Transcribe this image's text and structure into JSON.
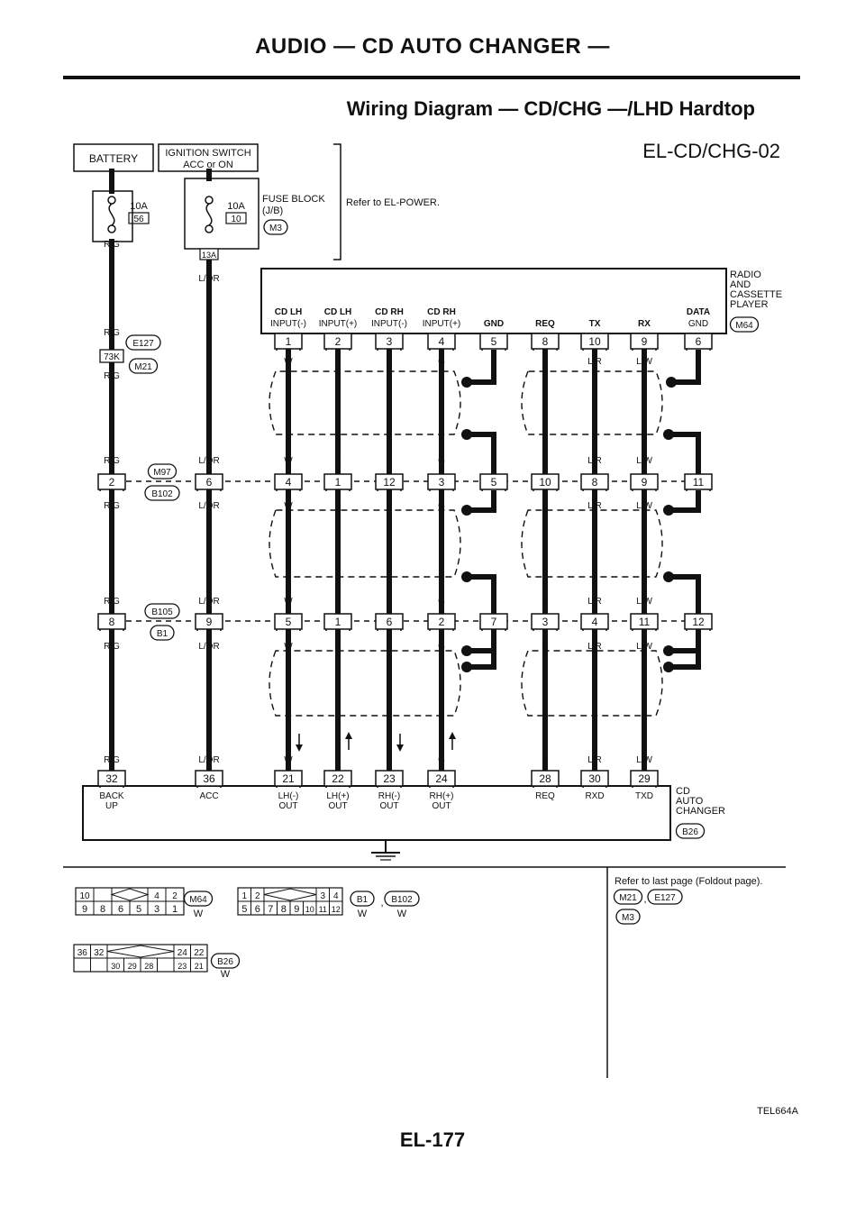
{
  "header": {
    "title": "AUDIO — CD AUTO CHANGER —"
  },
  "subtitle": "Wiring Diagram — CD/CHG —/LHD Hardtop",
  "diagram_code": "EL-CD/CHG-02",
  "figure_code": "TEL664A",
  "page_number": "EL-177",
  "battery_label": "BATTERY",
  "ignition_label": [
    "IGNITION SWITCH",
    "ACC or ON"
  ],
  "fuses": [
    {
      "amp": "10A",
      "num": "56"
    },
    {
      "amp": "10A",
      "num": "10"
    }
  ],
  "fuse_block_label": [
    "FUSE BLOCK",
    "(J/B)"
  ],
  "fuse_block_conn": "M3",
  "fuse_block_term": "13A",
  "refer_power": "Refer to EL-POWER.",
  "radio_label": [
    "RADIO",
    "AND",
    "CASSETTE",
    "PLAYER"
  ],
  "radio_conn": "M64",
  "radio_terms": [
    {
      "l1": "CD LH",
      "l2": "INPUT(-)",
      "num": "1"
    },
    {
      "l1": "CD LH",
      "l2": "INPUT(+)",
      "num": "2"
    },
    {
      "l1": "CD RH",
      "l2": "INPUT(-)",
      "num": "3"
    },
    {
      "l1": "CD RH",
      "l2": "INPUT(+)",
      "num": "4"
    },
    {
      "l1": "",
      "l2": "GND",
      "num": "5"
    },
    {
      "l1": "",
      "l2": "REQ",
      "num": "8"
    },
    {
      "l1": "",
      "l2": "TX",
      "num": "10"
    },
    {
      "l1": "",
      "l2": "RX",
      "num": "9"
    },
    {
      "l1": "DATA",
      "l2": "GND",
      "num": "6"
    }
  ],
  "left_wires": {
    "batt_color": "R/G",
    "ign_color": "L/OR",
    "j1_conn": "73K",
    "j1_labels": [
      "E127",
      "M21"
    ]
  },
  "row_colors_top": [
    "W",
    "B",
    "R",
    "G",
    "L",
    "L/R",
    "L/W"
  ],
  "joints": [
    {
      "upper": "M97",
      "lower": "B102",
      "batt": "2",
      "ign": "6",
      "nums": [
        "4",
        "1",
        "12",
        "3",
        "5",
        "10",
        "8",
        "9",
        "11"
      ]
    },
    {
      "upper": "B105",
      "lower": "B1",
      "batt": "8",
      "ign": "9",
      "nums": [
        "5",
        "1",
        "6",
        "2",
        "7",
        "3",
        "4",
        "11",
        "12"
      ]
    }
  ],
  "changer_label": [
    "CD",
    "AUTO",
    "CHANGER"
  ],
  "changer_conn": "B26",
  "changer_terms": [
    {
      "num": "32",
      "l1": "BACK",
      "l2": "UP"
    },
    {
      "num": "36",
      "l1": "ACC",
      "l2": ""
    },
    {
      "num": "21",
      "l1": "LH(-)",
      "l2": "OUT"
    },
    {
      "num": "22",
      "l1": "LH(+)",
      "l2": "OUT"
    },
    {
      "num": "23",
      "l1": "RH(-)",
      "l2": "OUT"
    },
    {
      "num": "24",
      "l1": "RH(+)",
      "l2": "OUT"
    },
    {
      "num": "28",
      "l1": "REQ",
      "l2": ""
    },
    {
      "num": "30",
      "l1": "RXD",
      "l2": ""
    },
    {
      "num": "29",
      "l1": "TXD",
      "l2": ""
    }
  ],
  "connectors": [
    {
      "top": [
        "10",
        "",
        "",
        "4",
        "2"
      ],
      "bottom": [
        "9",
        "8",
        "6",
        "5",
        "3",
        "1"
      ],
      "tags": [
        "M64"
      ],
      "color": "W"
    },
    {
      "top": [
        "1",
        "2",
        "",
        "3",
        "4"
      ],
      "bottom": [
        "5",
        "6",
        "7",
        "8",
        "9",
        "10",
        "11",
        "12"
      ],
      "tags": [
        "B1",
        "B102"
      ],
      "sep": ",",
      "colors": [
        "W",
        "W"
      ]
    },
    {
      "top": [
        "36",
        "32",
        "",
        "24",
        "22"
      ],
      "bottom": [
        "",
        "",
        "30",
        "29",
        "28",
        "",
        "23",
        "21"
      ],
      "tags": [
        "B26"
      ],
      "color": "W"
    }
  ],
  "foldout": {
    "text": "Refer to last page (Foldout page).",
    "tags_line1": [
      "M21",
      "E127"
    ],
    "sep": ",",
    "tags_line2": [
      "M3"
    ]
  }
}
